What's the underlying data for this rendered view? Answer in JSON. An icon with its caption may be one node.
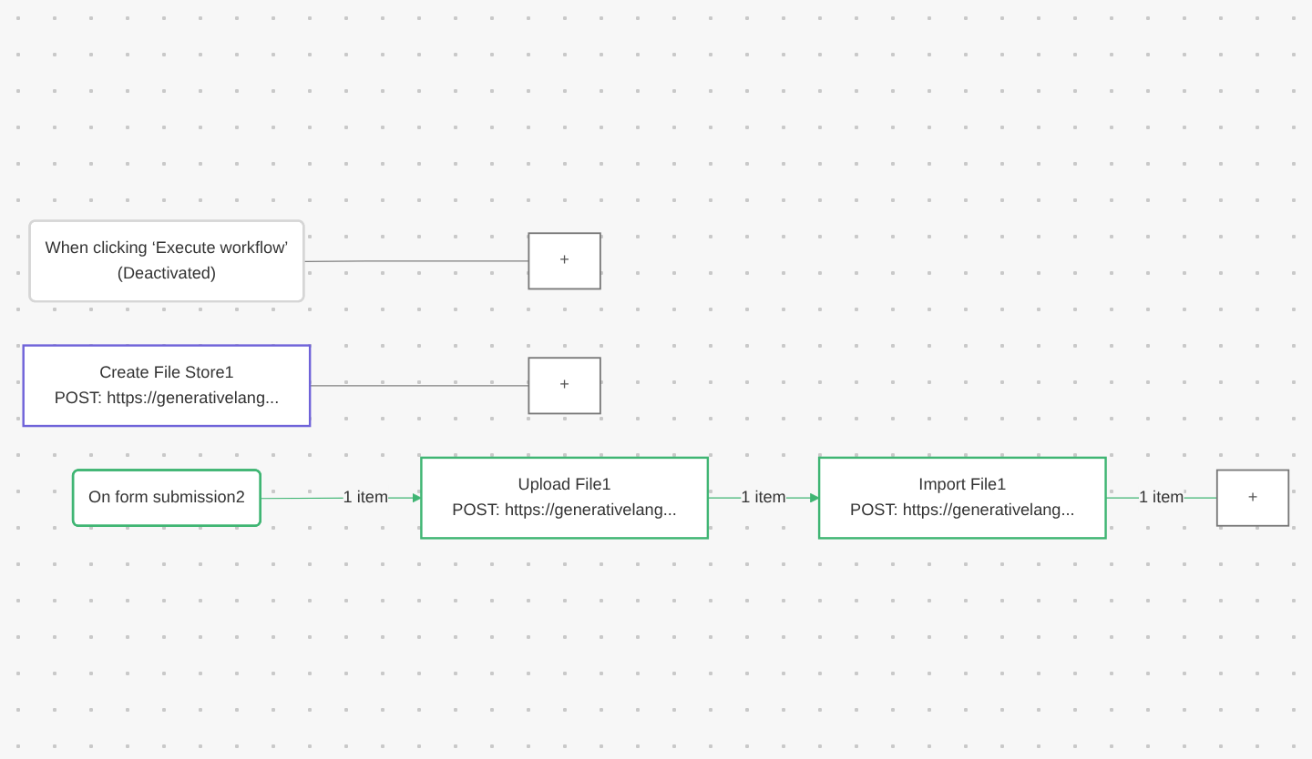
{
  "diagram": {
    "nodes": [
      {
        "text": [
          "When clicking ‘Execute workflow’",
          "(Deactivated)"
        ]
      },
      {
        "text": [
          "+"
        ]
      },
      {
        "text": [
          "Create File Store1",
          "POST: https://generativelang..."
        ]
      },
      {
        "text": [
          "+"
        ]
      },
      {
        "text": [
          "On form submission2"
        ]
      },
      {
        "text": [
          "Upload File1",
          "POST: https://generativelang..."
        ]
      },
      {
        "text": [
          "Import File1",
          "POST: https://generativelang..."
        ]
      },
      {
        "text": [
          "+"
        ]
      }
    ],
    "edges": [
      {
        "from": 0,
        "to": 1,
        "arrow": "none",
        "color": "#808080"
      },
      {
        "from": 2,
        "to": 3,
        "arrow": "none",
        "color": "#808080"
      },
      {
        "from": 4,
        "to": 5,
        "arrow": "to",
        "label": "1 item"
      },
      {
        "from": 5,
        "to": 6,
        "arrow": "to",
        "label": "1 item"
      },
      {
        "from": 6,
        "to": 7,
        "arrow": "none",
        "label": "1 item"
      }
    ]
  }
}
